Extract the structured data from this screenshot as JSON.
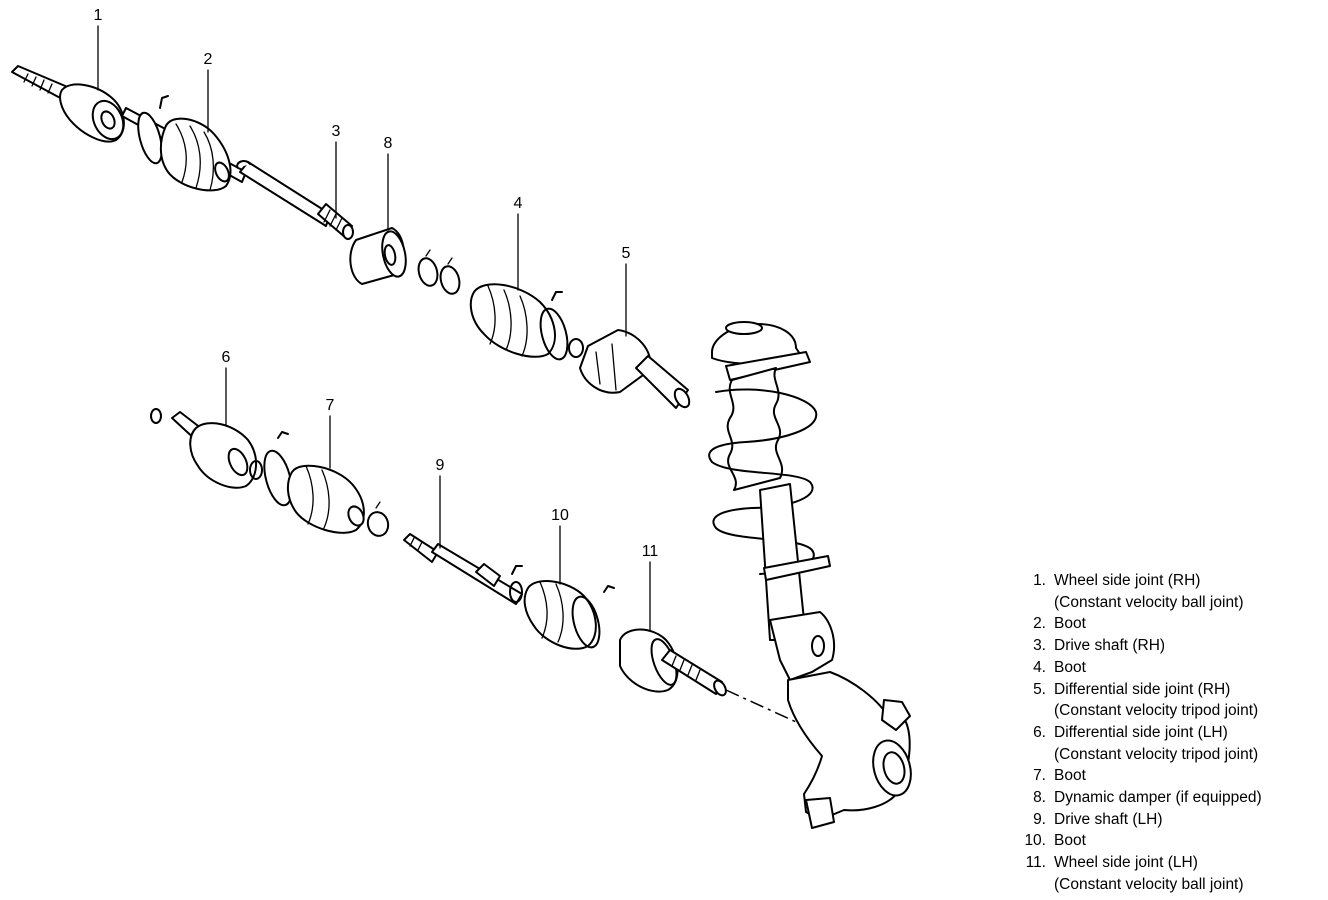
{
  "callouts": [
    "1",
    "2",
    "3",
    "8",
    "4",
    "5",
    "6",
    "7",
    "9",
    "10",
    "11"
  ],
  "legend": [
    {
      "num": "1.",
      "lines": [
        "Wheel side joint (RH)",
        "(Constant velocity ball joint)"
      ]
    },
    {
      "num": "2.",
      "lines": [
        "Boot"
      ]
    },
    {
      "num": "3.",
      "lines": [
        "Drive shaft (RH)"
      ]
    },
    {
      "num": "4.",
      "lines": [
        "Boot"
      ]
    },
    {
      "num": "5.",
      "lines": [
        "Differential side joint (RH)",
        "(Constant velocity tripod joint)"
      ]
    },
    {
      "num": "6.",
      "lines": [
        "Differential side joint (LH)",
        "(Constant velocity tripod joint)"
      ]
    },
    {
      "num": "7.",
      "lines": [
        "Boot"
      ]
    },
    {
      "num": "8.",
      "lines": [
        "Dynamic damper (if equipped)"
      ]
    },
    {
      "num": "9.",
      "lines": [
        "Drive shaft (LH)"
      ]
    },
    {
      "num": "10.",
      "lines": [
        "Boot"
      ]
    },
    {
      "num": "11.",
      "lines": [
        "Wheel side joint (LH)",
        "(Constant velocity ball joint)"
      ]
    }
  ]
}
